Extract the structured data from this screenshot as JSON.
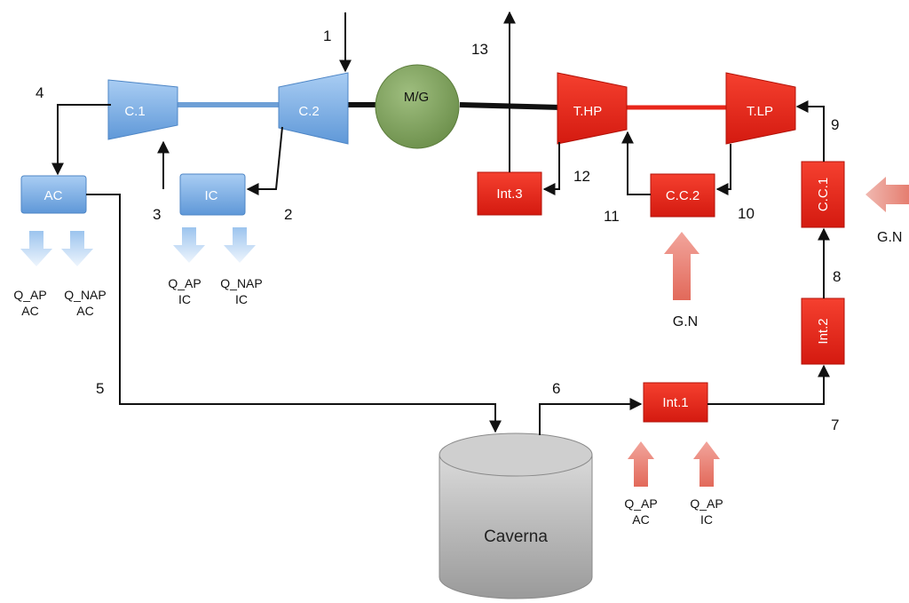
{
  "colors": {
    "compressor": "#7fb0e6",
    "turbine": "#e8261a",
    "motor": "#7fa15e",
    "flow_line": "#111111",
    "caverna": "#b7b7b7"
  },
  "components": {
    "c1": "C.1",
    "c2": "C.2",
    "mg": "M/G",
    "thp": "T.HP",
    "tlp": "T.LP",
    "ac": "AC",
    "ic": "IC",
    "int1": "Int.1",
    "int2": "Int.2",
    "int3": "Int.3",
    "cc1": "C.C.1",
    "cc2": "C.C.2",
    "caverna": "Caverna"
  },
  "state_points": [
    "1",
    "2",
    "3",
    "4",
    "5",
    "6",
    "7",
    "8",
    "9",
    "10",
    "11",
    "12",
    "13"
  ],
  "heat_labels": {
    "ac_ap": [
      "Q_AP",
      "AC"
    ],
    "ac_nap": [
      "Q_NAP",
      "AC"
    ],
    "ic_ap": [
      "Q_AP",
      "IC"
    ],
    "ic_nap": [
      "Q_NAP",
      "IC"
    ],
    "int1_ac": [
      "Q_AP",
      "AC"
    ],
    "int1_ic": [
      "Q_AP",
      "IC"
    ]
  },
  "fuel_labels": {
    "cc2": "G.N",
    "cc1": "G.N"
  }
}
